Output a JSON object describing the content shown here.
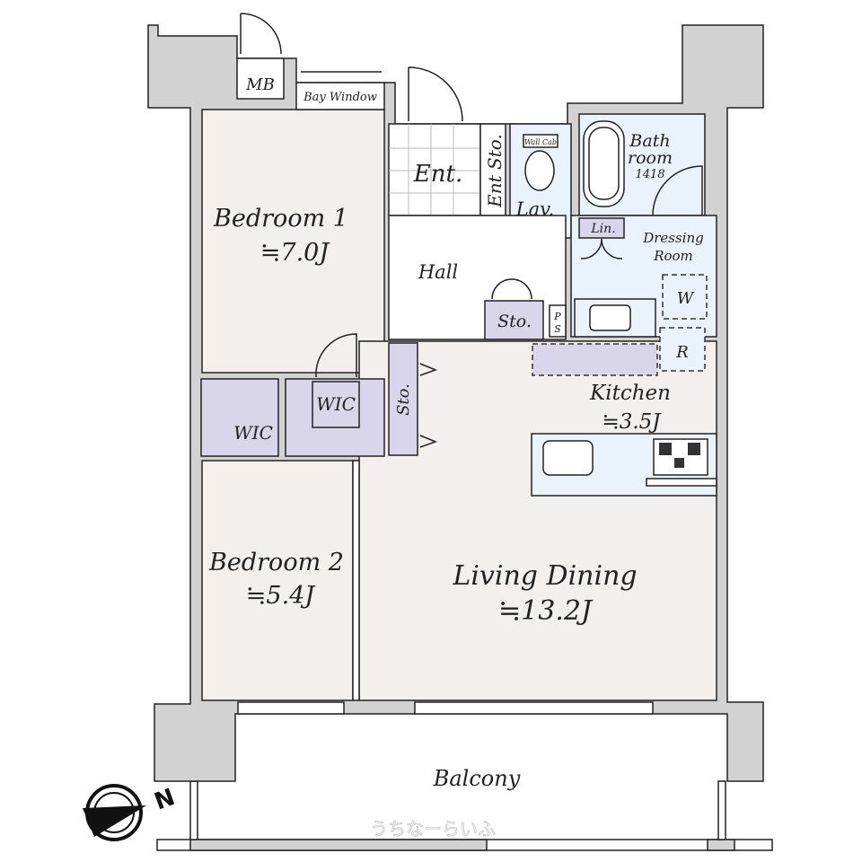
{
  "rooms": {
    "mb": "MB",
    "bay_window": "Bay Window",
    "ent": "Ent.",
    "ent_sto": "Ent Sto.",
    "wall_cab": "Wall Cab",
    "lav": "Lav.",
    "bathroom_line1": "Bath",
    "bathroom_line2": "room",
    "bathroom_size": "1418",
    "lin": "Lin.",
    "dressing_line1": "Dressing",
    "dressing_line2": "Room",
    "washer": "W",
    "refrigerator": "R",
    "hall": "Hall",
    "hall_sto": "Sto.",
    "ps_p": "P",
    "ps_s": "S",
    "bedroom1": "Bedroom 1",
    "bedroom1_size": "≒7.0J",
    "wic1": "WIC",
    "wic2": "WIC",
    "sto_vertical": "Sto.",
    "kitchen": "Kitchen",
    "kitchen_size": "≒3.5J",
    "bedroom2": "Bedroom 2",
    "bedroom2_size": "≒5.4J",
    "living_dining": "Living Dining",
    "living_dining_size": "≒13.2J",
    "balcony": "Balcony"
  },
  "compass": {
    "label": "N"
  },
  "watermark": "うちなーらいふ",
  "colors": {
    "wall": "#d2d2d2",
    "room": "#f2efed",
    "wet": "#eaf3fb",
    "storage": "#d9d5ea"
  }
}
